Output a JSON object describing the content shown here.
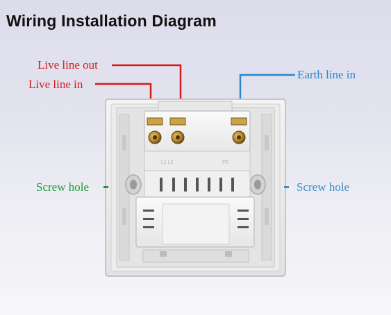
{
  "title": "Wiring Installation Diagram",
  "labels": {
    "live_out": "Live line out",
    "live_in": "Live line in",
    "earth_in": "Earth line in",
    "screw_left": "Screw hole",
    "screw_right": "Screw hole"
  },
  "colors": {
    "live": "#d81a1a",
    "earth": "#2a86c8",
    "screw_left": "#1f9a3a",
    "screw_right": "#3f8fc6"
  }
}
